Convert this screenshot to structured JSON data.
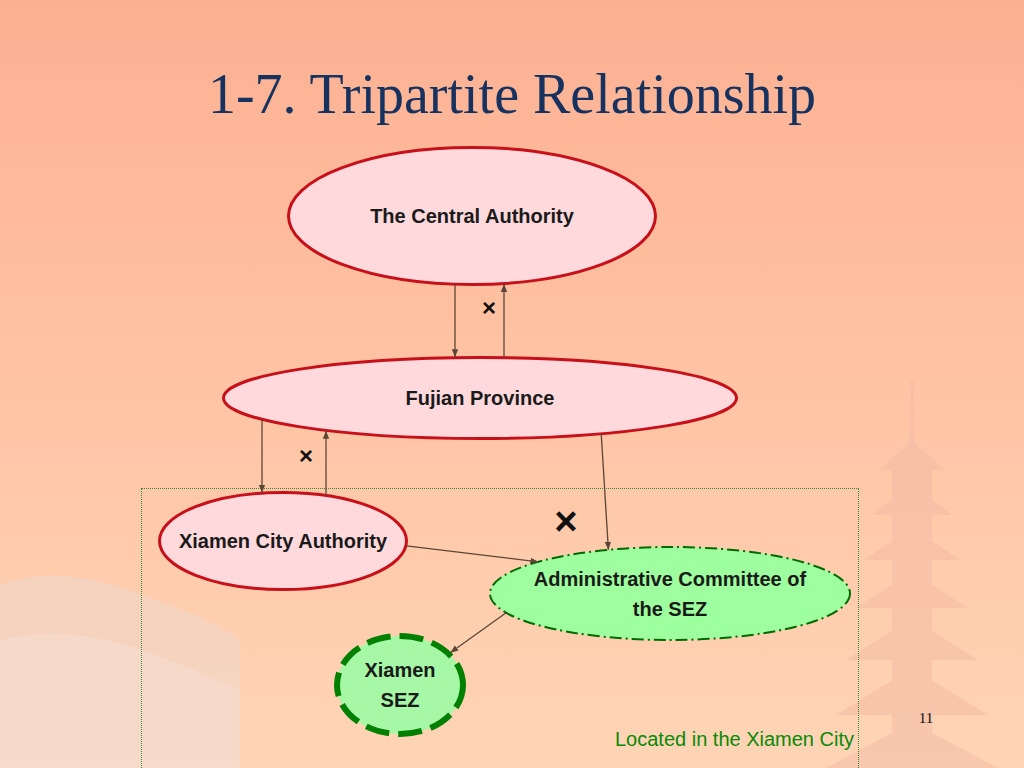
{
  "diagram": {
    "title": "1-7. Tripartite Relationship",
    "nodes": [
      {
        "text": [
          "The Central Authority"
        ]
      },
      {
        "text": [
          "Fujian Province"
        ]
      },
      {
        "text": [
          "Located in the Xiamen City"
        ]
      },
      {
        "text": [
          "Xiamen City Authority"
        ],
        "in": 2
      },
      {
        "text": [
          "Administrative Committee of the SEZ"
        ],
        "in": 2
      },
      {
        "text": [
          "Xiamen SEZ"
        ],
        "in": 2
      }
    ],
    "edges": [
      {
        "from": 0,
        "to": 1,
        "arrow": "to"
      },
      {
        "from": 1,
        "to": 0,
        "arrow": "to"
      },
      {
        "from": 1,
        "to": 3,
        "arrow": "to"
      },
      {
        "from": 3,
        "to": 1,
        "arrow": "to"
      },
      {
        "from": 1,
        "to": 4,
        "arrow": "to"
      },
      {
        "from": 3,
        "to": 4,
        "arrow": "to"
      },
      {
        "from": 4,
        "to": 5,
        "arrow": "to"
      }
    ],
    "labels": [
      "×",
      "×",
      "×",
      "11"
    ]
  }
}
